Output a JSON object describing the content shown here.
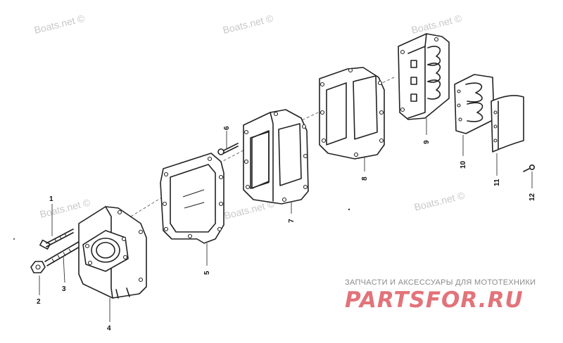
{
  "watermarks": [
    "Boats.net ©",
    "Boats.net ©",
    "Boats.net ©",
    "Boats.net ©",
    "Boats.net ©",
    "Boats.net ©"
  ],
  "part_numbers": [
    "1",
    "2",
    "3",
    "4",
    "5",
    "6",
    "7",
    "8",
    "9",
    "10",
    "11",
    "12"
  ],
  "brand": {
    "tagline": "ЗАПЧАСТИ И АКСЕССУАРЫ ДЛЯ МОТОТЕХНИКИ",
    "name": "PARTSFOR.RU",
    "color": "#e2737a"
  }
}
